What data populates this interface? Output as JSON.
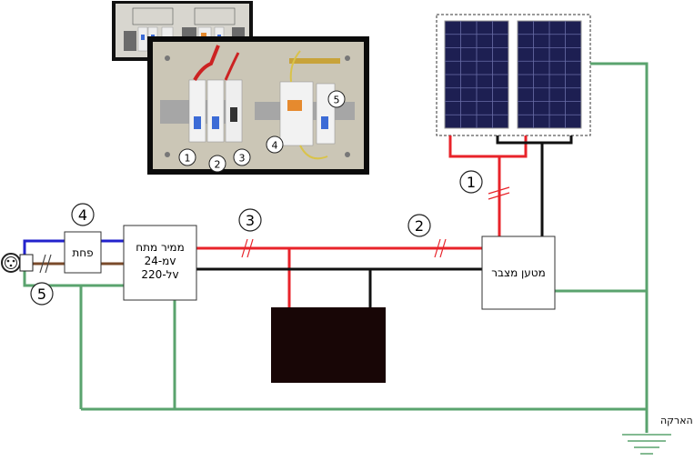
{
  "labels": {
    "inverter_line1": "ממיר מתח",
    "inverter_line2": "מ-24v",
    "inverter_line3": "ל-220v",
    "charger": "מטען מצבר",
    "fuse": "פחת",
    "ground": "הארקה"
  },
  "callouts": {
    "c1": "1",
    "c2": "2",
    "c3": "3",
    "c4": "4",
    "c5": "5"
  },
  "photo_callouts": {
    "p1": "1",
    "p2": "2",
    "p3": "3",
    "p4": "4",
    "p5": "5"
  },
  "wire_colors": {
    "positive": "#e8232a",
    "negative": "#111111",
    "ground": "#5aa36e",
    "phase": "#2222cc",
    "neutral": "#7a4a2a",
    "battery": "#180606"
  }
}
